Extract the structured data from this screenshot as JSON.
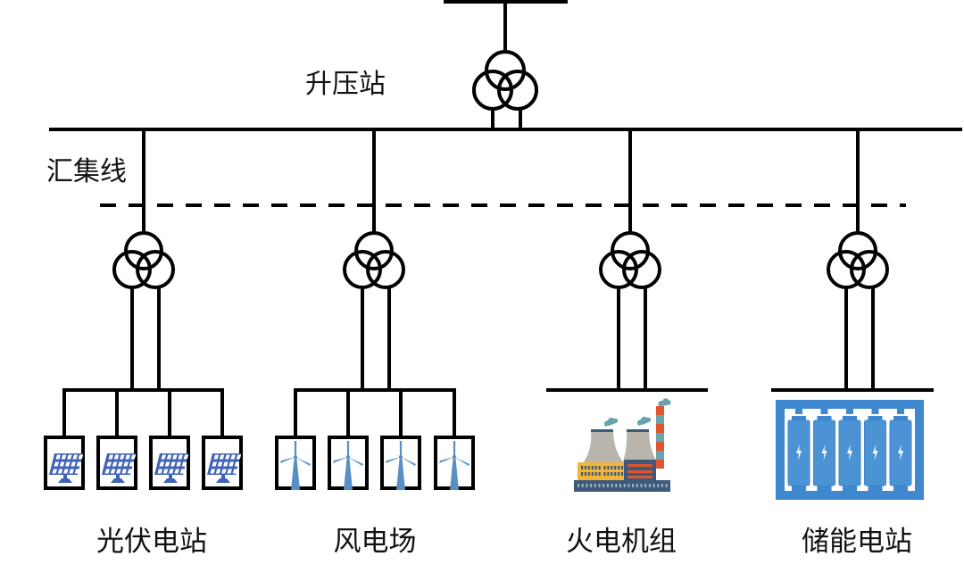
{
  "title": "电力系统接入示意图",
  "labels": {
    "substation": "升压站",
    "collector_line": "汇集线"
  },
  "line_color": "#000000",
  "units": [
    {
      "id": "pv",
      "label": "光伏电站",
      "type": "solar",
      "count": 4,
      "icon": "solar-panel-icon",
      "color": "#3f63b5"
    },
    {
      "id": "wind",
      "label": "风电场",
      "type": "wind",
      "count": 4,
      "icon": "wind-turbine-icon",
      "color": "#5a8fc4"
    },
    {
      "id": "thermal",
      "label": "火电机组",
      "type": "thermal",
      "count": 1,
      "icon": "power-plant-icon",
      "colors": {
        "tower": "#b9b4ac",
        "base": "#3d5a7a",
        "building": "#f2b53a",
        "stack_red": "#e0542e",
        "stack_teal": "#6aa3ad"
      }
    },
    {
      "id": "storage",
      "label": "储能电站",
      "type": "storage",
      "count": 5,
      "icon": "battery-storage-icon",
      "color": "#3f87cf"
    }
  ]
}
